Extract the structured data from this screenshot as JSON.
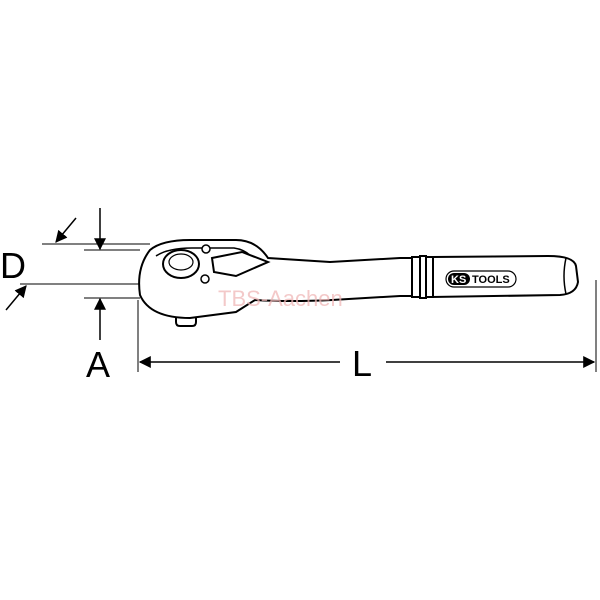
{
  "dimensions": {
    "d_label": "D",
    "a_label": "A",
    "l_label": "L"
  },
  "brand": {
    "ks": "KS",
    "tools": "TOOLS"
  },
  "watermark": "TBS-Aachen"
}
